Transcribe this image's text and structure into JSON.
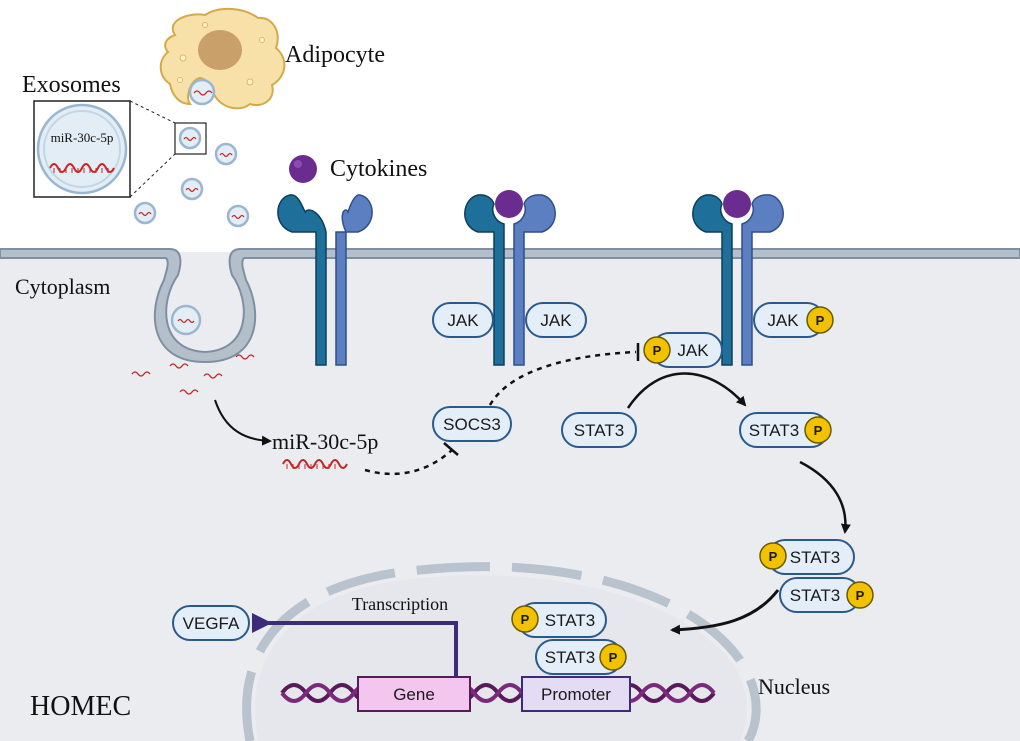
{
  "labels": {
    "adipocyte": "Adipocyte",
    "exosomes": "Exosomes",
    "mirna_inset": "miR-30c-5p",
    "cytokines": "Cytokines",
    "cytoplasm": "Cytoplasm",
    "mirna": "miR-30c-5p",
    "socs3": "SOCS3",
    "jak": "JAK",
    "p": "P",
    "stat3": "STAT3",
    "vegfa": "VEGFA",
    "transcription": "Transcription",
    "gene": "Gene",
    "promoter": "Promoter",
    "nucleus": "Nucleus",
    "cell": "HOMEC"
  },
  "colors": {
    "membrane": "#b4bfcc",
    "cytoplasm": "#ebecef",
    "receptor_dark": "#1e6f9a",
    "receptor_light": "#5b7fc0",
    "cytokine": "#6a2c8e",
    "phospho": "#f2c200",
    "transcription_arrow": "#3d2a7a",
    "dna": "#5a1a5a",
    "gene_box": "#f2c6ef",
    "promoter_box": "#e4dcf4"
  }
}
